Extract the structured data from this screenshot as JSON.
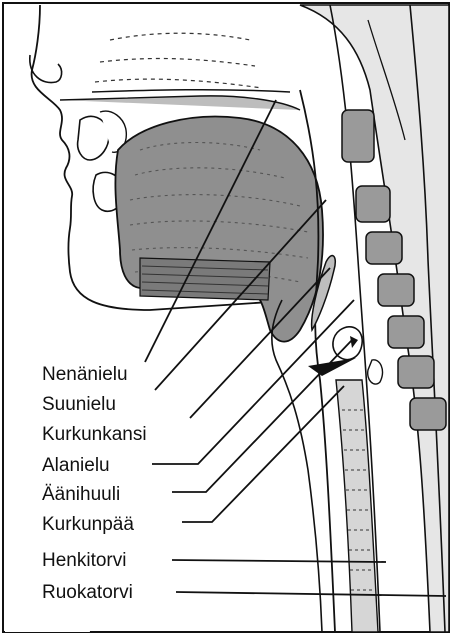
{
  "diagram": {
    "labels": [
      {
        "id": "nasopharynx",
        "text": "Nenänielu"
      },
      {
        "id": "oropharynx",
        "text": "Suunielu"
      },
      {
        "id": "epiglottis",
        "text": "Kurkunkansi"
      },
      {
        "id": "hypopharynx",
        "text": "Alanielu"
      },
      {
        "id": "vocal-cord",
        "text": "Äänihuuli"
      },
      {
        "id": "larynx",
        "text": "Kurkunpää"
      },
      {
        "id": "trachea",
        "text": "Henkitorvi"
      },
      {
        "id": "esophagus",
        "text": "Ruokatorvi"
      }
    ]
  },
  "colors": {
    "line": "#111111",
    "tissue_dark": "#8a8a8a",
    "tissue_mid": "#b8b8b8",
    "tissue_light": "#d9d9d9",
    "background": "#ffffff"
  }
}
